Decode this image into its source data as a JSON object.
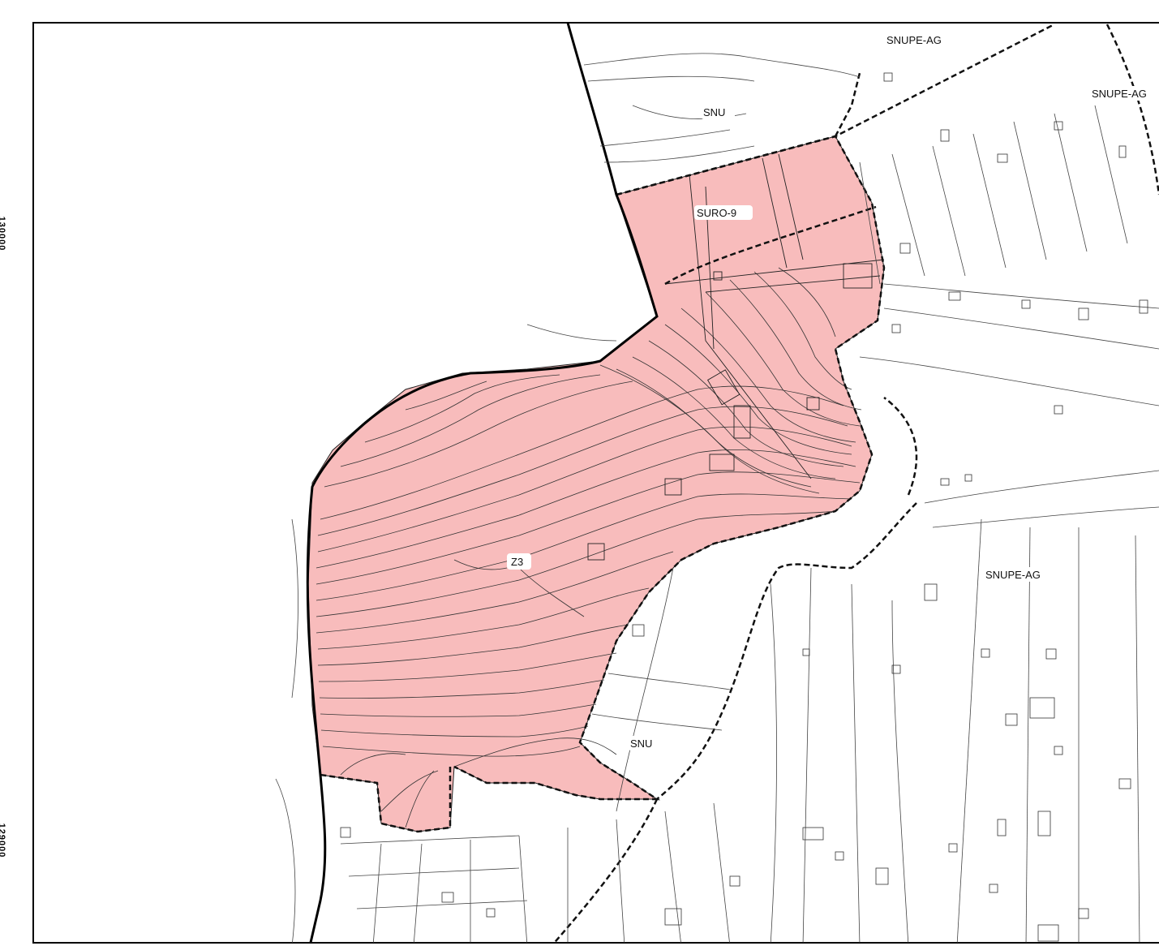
{
  "colors": {
    "zone_fill": "#f8bcbc",
    "line": "#222222",
    "paper": "#ffffff"
  },
  "side_coordinates": {
    "upper": "130000",
    "lower": "129000"
  },
  "labels": {
    "snupe_ag_top": "SNUPE-AG",
    "snupe_ag_right": "SNUPE-AG",
    "snu_top": "SNU",
    "suro_9": "SURO-9",
    "z3": "Z3",
    "snupe_ag_mid": "SNUPE-AG",
    "snu_bottom": "SNU"
  }
}
